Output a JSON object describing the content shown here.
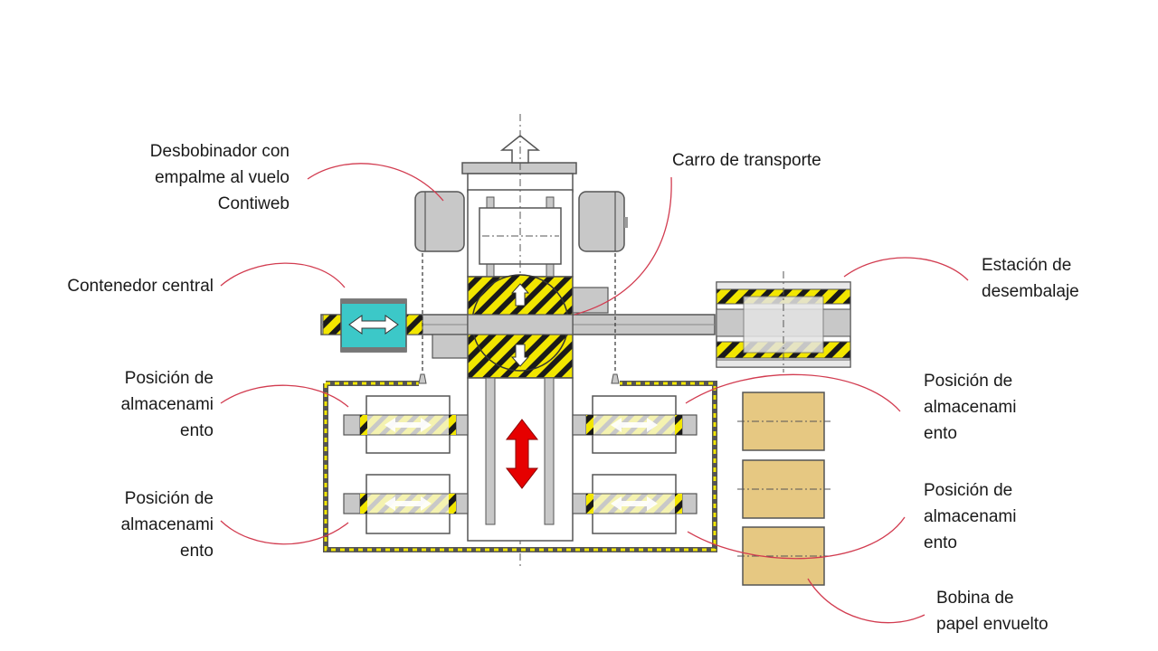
{
  "labels": {
    "unwinder": "Desbobinador con\nempalme al vuelo\nContiweb",
    "transport_carriage": "Carro de transporte",
    "central_container": "Contenedor central",
    "unpacking_station": "Estación de\ndesembalaje",
    "storage_left_top": "Posición de\nalmacenami\nento",
    "storage_left_bottom": "Posición de\nalmacenami\nento",
    "storage_right_top": "Posición de\nalmacenami\nento",
    "storage_right_bottom": "Posición de\nalmacenami\nento",
    "wrapped_reel": "Bobina de\npapel envuelto"
  },
  "colors": {
    "hatch_yellow": "#f2e600",
    "hatch_black": "#1a1a1a",
    "machine_gray": "#c8c8c8",
    "container_cyan": "#3cc8c8",
    "reel_tan": "#e6c882",
    "leader_red": "#d23c50",
    "move_arrow_red": "#e60000"
  }
}
